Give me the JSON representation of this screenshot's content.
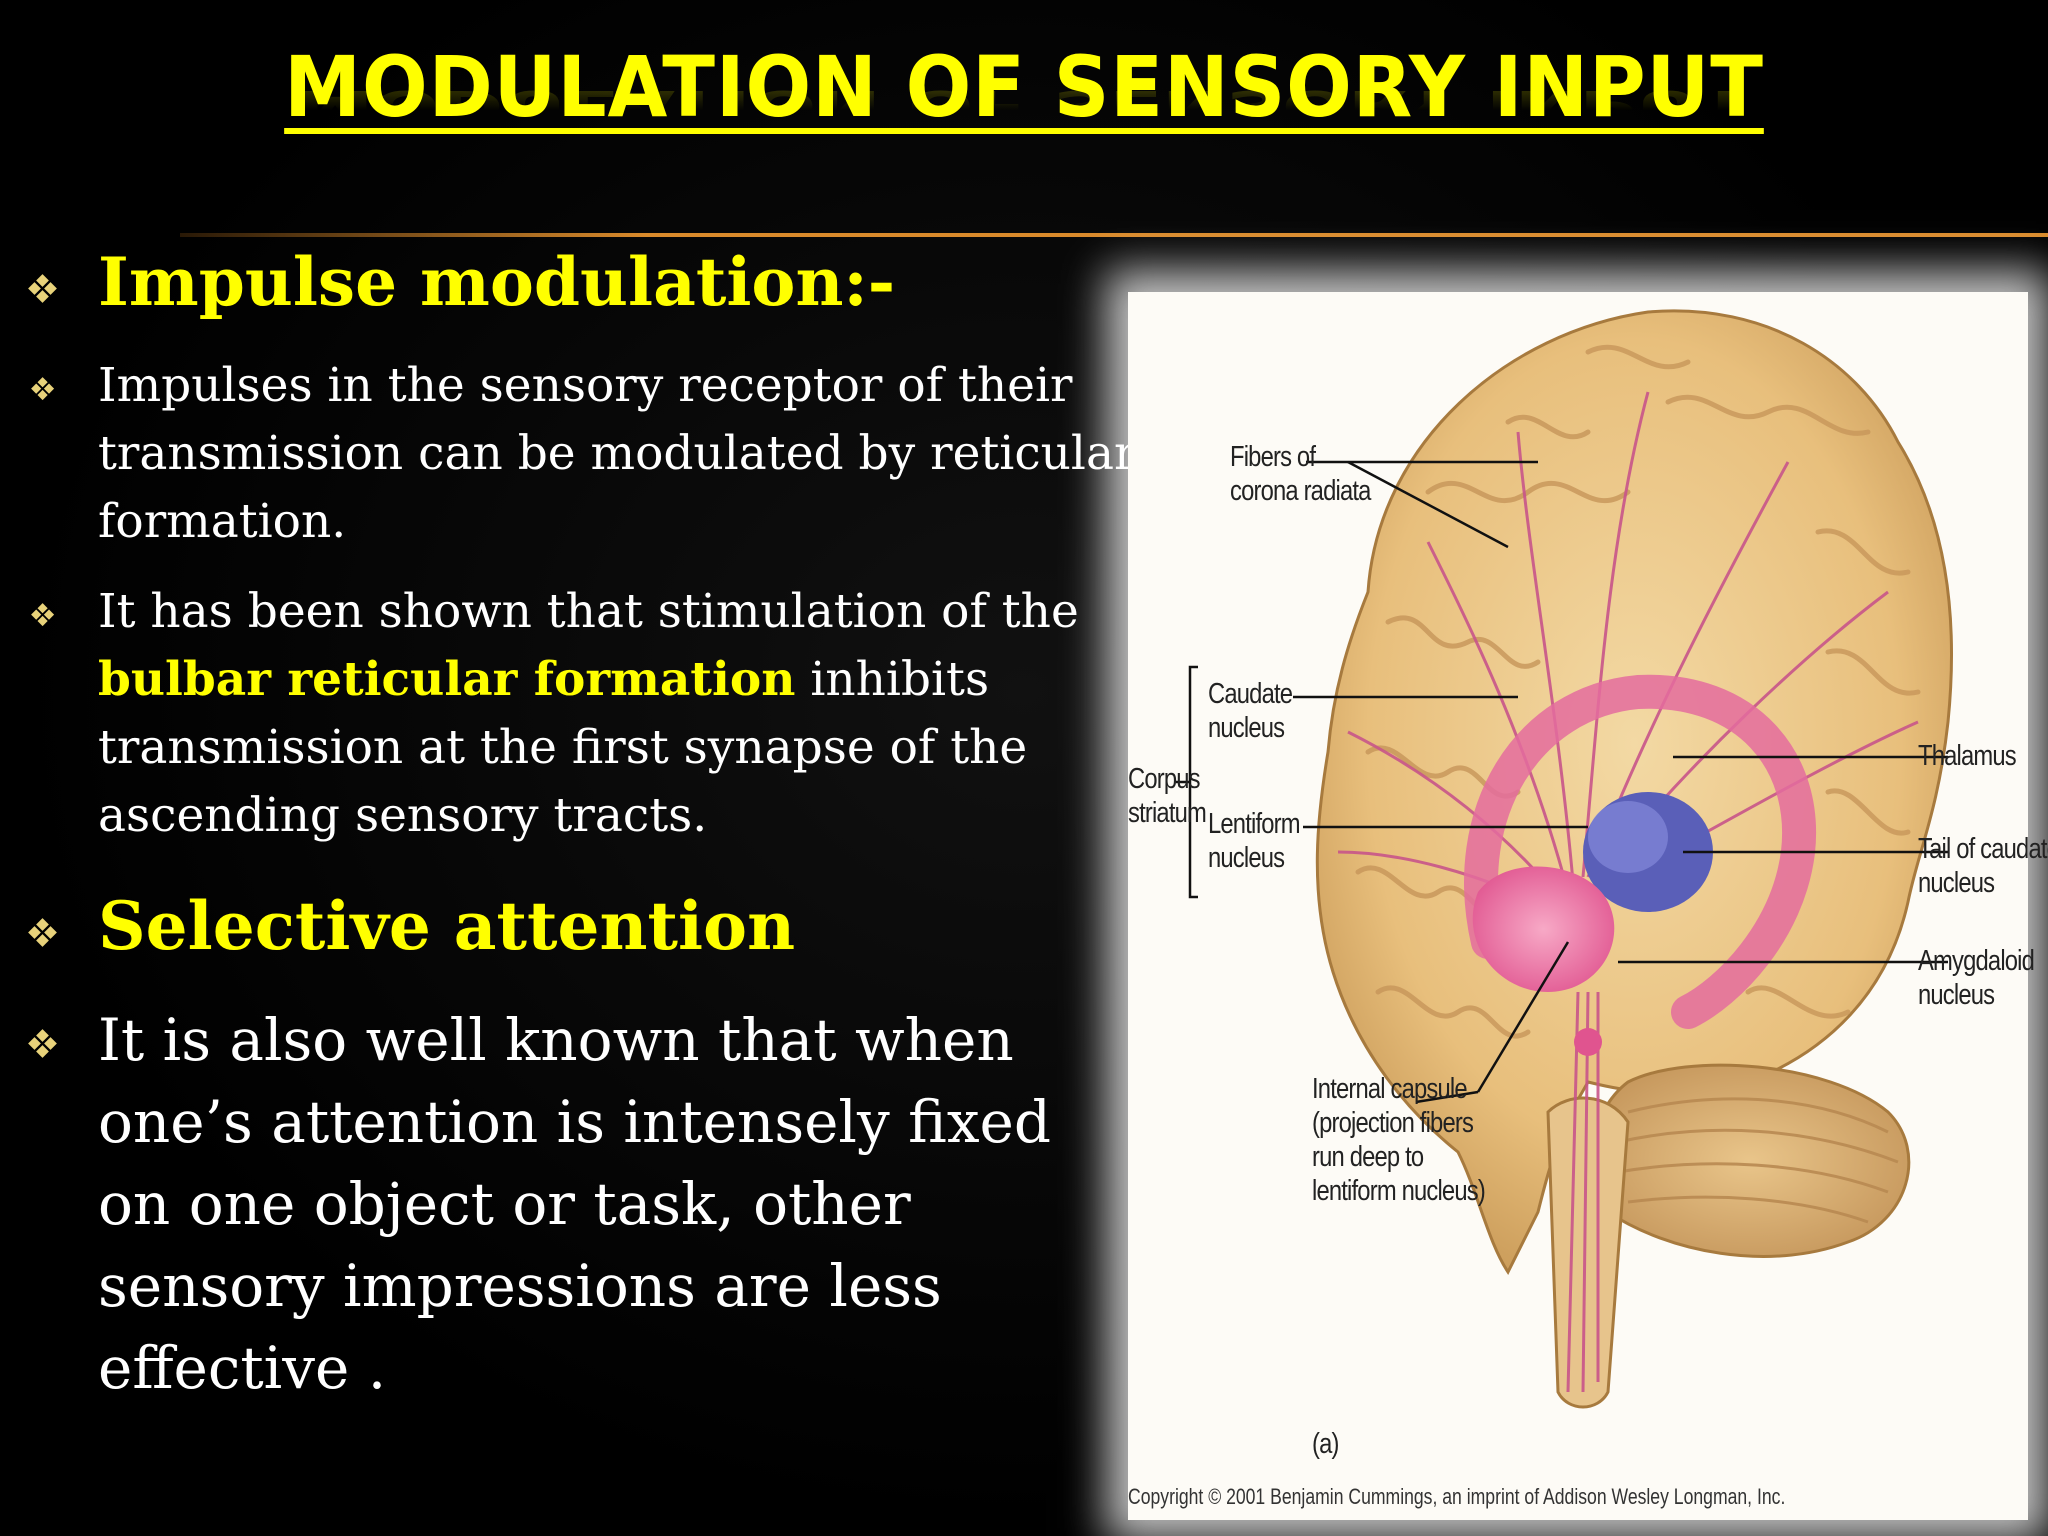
{
  "title": "MODULATION OF SENSORY INPUT",
  "bullets": {
    "h1": "Impulse modulation:-",
    "p1": "Impulses in the sensory receptor of their transmission  can be modulated by reticular formation.",
    "p2_before": "It has been shown that stimulation of the ",
    "p2_highlight": "bulbar reticular formation",
    "p2_after": " inhibits transmission at the first synapse of the ascending sensory tracts.",
    "h2": "Selective attention",
    "p3": "It is also well known that when one’s attention is intensely fixed on one object or task, other sensory impressions are less effective ."
  },
  "figure": {
    "labels": {
      "fibers_1": "Fibers of",
      "fibers_2": "corona radiata",
      "caudate_1": "Caudate",
      "caudate_2": "nucleus",
      "corpus_1": "Corpus",
      "corpus_2": "striatum",
      "lentiform_1": "Lentiform",
      "lentiform_2": "nucleus",
      "thalamus": "Thalamus",
      "tail_1": "Tail of caudate",
      "tail_2": "nucleus",
      "amyg_1": "Amygdaloid",
      "amyg_2": "nucleus",
      "capsule_1": "Internal capsule",
      "capsule_2": "(projection fibers",
      "capsule_3": "run deep to",
      "capsule_4": "lentiform nucleus)",
      "panel": "(a)"
    },
    "copyright": "Copyright © 2001 Benjamin Cummings, an imprint of Addison Wesley Longman, Inc."
  },
  "colors": {
    "title": "#ffff00",
    "highlight": "#ffff00",
    "rule": "#d98a2b",
    "bullet": "#e8d27a"
  }
}
